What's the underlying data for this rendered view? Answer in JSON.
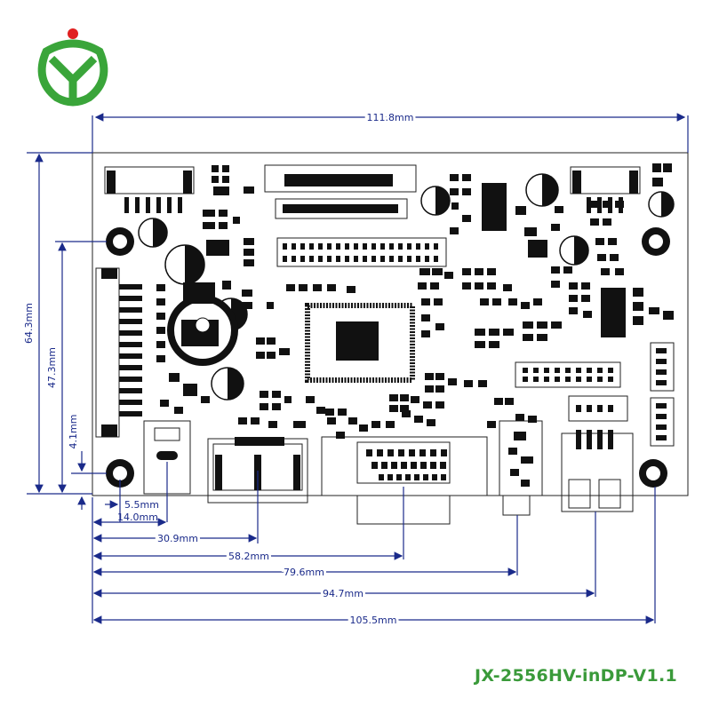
{
  "brand": {
    "logo_name": "jx-logo",
    "colors": {
      "green": "#3aa53a",
      "red": "#e02020",
      "dimension_blue": "#1a2a8a"
    }
  },
  "model_label": "JX-2556HV-inDP-V1.1",
  "dimensions": {
    "board_width": "111.8mm",
    "board_height": "64.3mm",
    "hole_vertical_span": "47.3mm",
    "hole_offset_y": "4.1mm",
    "connector_a": "5.5mm",
    "connector_b": "14.0mm",
    "connector_c": "30.9mm",
    "connector_d": "58.2mm",
    "connector_e": "79.6mm",
    "connector_f": "94.7mm",
    "hole_span_x": "105.5mm"
  }
}
